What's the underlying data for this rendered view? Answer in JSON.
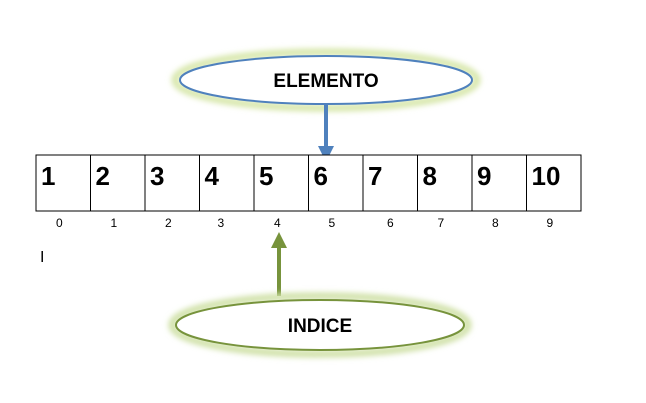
{
  "array": {
    "elements": [
      "1",
      "2",
      "3",
      "4",
      "5",
      "6",
      "7",
      "8",
      "9",
      "10"
    ],
    "indices": [
      "0",
      "1",
      "2",
      "3",
      "4",
      "5",
      "6",
      "7",
      "8",
      "9"
    ]
  },
  "element_label": "ELEMENTO",
  "index_label": "INDICE",
  "text_cursor": "I",
  "colors": {
    "element_bubble_stroke": "#4f81bd",
    "element_bubble_glow": "#d6e6a8",
    "element_arrow": "#4f81bd",
    "index_bubble_stroke": "#77933c",
    "index_bubble_glow": "#cfe0a6",
    "index_arrow": "#77933c"
  }
}
